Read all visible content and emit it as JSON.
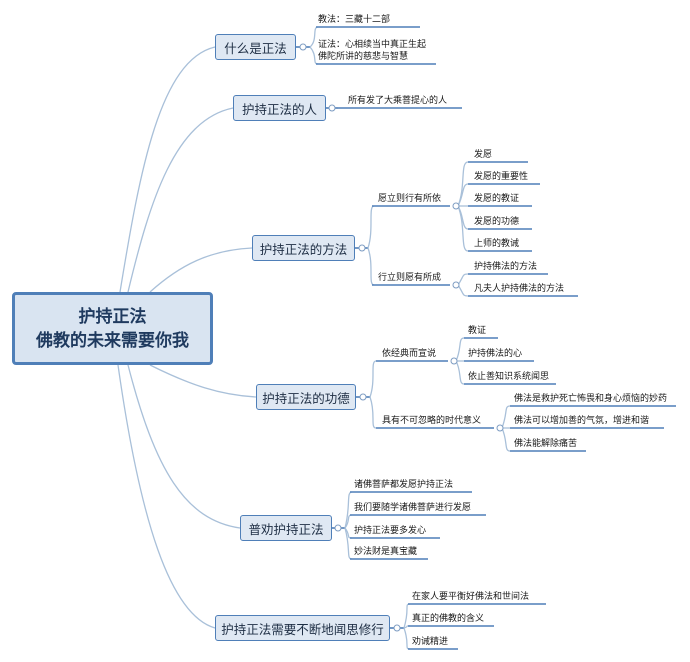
{
  "root": {
    "line1": "护持正法",
    "line2": "佛教的未来需要你我"
  },
  "branches": [
    {
      "title": "什么是正法",
      "items": [
        {
          "text": "教法：三藏十二部"
        },
        {
          "text": "证法：心相续当中真正生起",
          "text2": "佛陀所讲的慈悲与智慧"
        }
      ]
    },
    {
      "title": "护持正法的人",
      "items": [
        {
          "text": "所有发了大乘菩提心的人"
        }
      ]
    },
    {
      "title": "护持正法的方法",
      "groups": [
        {
          "label": "愿立则行有所依",
          "items": [
            "发愿",
            "发愿的重要性",
            "发愿的教证",
            "发愿的功德",
            "上师的教诫"
          ]
        },
        {
          "label": "行立则愿有所成",
          "items": [
            "护持佛法的方法",
            "凡夫人护持佛法的方法"
          ]
        }
      ]
    },
    {
      "title": "护持正法的功德",
      "groups": [
        {
          "label": "依经典而宣说",
          "items": [
            "教证",
            "护持佛法的心",
            "依止善知识系统闻思"
          ]
        },
        {
          "label": "具有不可忽略的时代意义",
          "items": [
            "佛法是救护死亡怖畏和身心烦恼的妙药",
            "佛法可以增加善的气氛，增进和谐",
            "佛法能解除痛苦"
          ]
        }
      ]
    },
    {
      "title": "普劝护持正法",
      "items": [
        {
          "text": "诸佛菩萨都发愿护持正法"
        },
        {
          "text": "我们要随学诸佛菩萨进行发愿"
        },
        {
          "text": "护持正法要多发心"
        },
        {
          "text": "妙法财是真宝藏"
        }
      ]
    },
    {
      "title": "护持正法需要不断地闻思修行",
      "items": [
        {
          "text": "在家人要平衡好佛法和世间法"
        },
        {
          "text": "真正的佛教的含义"
        },
        {
          "text": "劝诫精进"
        }
      ]
    }
  ]
}
